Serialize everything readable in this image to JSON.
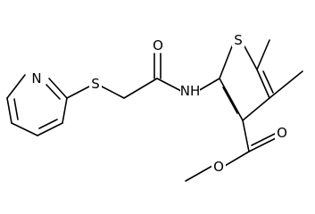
{
  "molecule": {
    "atoms": {
      "nitrogen_pyridine": "N",
      "sulfur_thioether": "S",
      "oxygen_carbonyl_amide": "O",
      "nitrogen_amide": "NH",
      "sulfur_thiophene": "S",
      "oxygen_carbonyl_ester": "O",
      "oxygen_ester": "O"
    }
  }
}
